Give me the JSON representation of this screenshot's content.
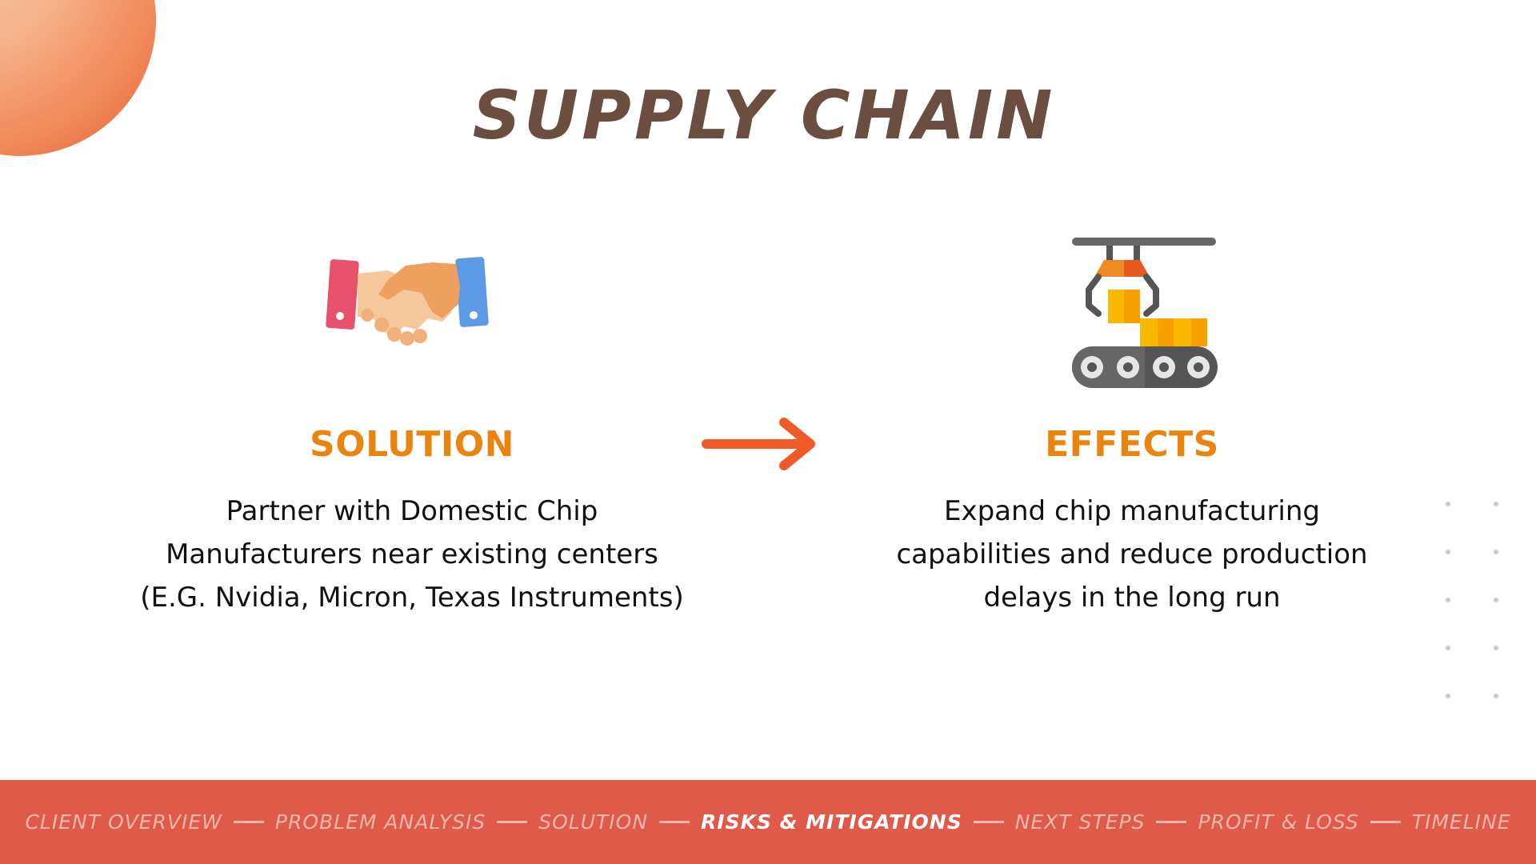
{
  "slide": {
    "title": "SUPPLY CHAIN"
  },
  "solution": {
    "heading": "SOLUTION",
    "lines": [
      "Partner with Domestic Chip",
      "Manufacturers near existing centers",
      "(E.G. Nvidia, Micron, Texas Instruments)"
    ],
    "icon": "handshake-icon"
  },
  "effects": {
    "heading": "EFFECTS",
    "lines": [
      "Expand chip manufacturing",
      "capabilities and reduce production",
      "delays  in the long run"
    ],
    "icon": "factory-conveyor-icon"
  },
  "nav": {
    "items": [
      {
        "label": "CLIENT OVERVIEW",
        "active": false
      },
      {
        "label": "PROBLEM ANALYSIS",
        "active": false
      },
      {
        "label": "SOLUTION",
        "active": false
      },
      {
        "label": "RISKS & MITIGATIONS",
        "active": true
      },
      {
        "label": "NEXT STEPS",
        "active": false
      },
      {
        "label": "PROFIT & LOSS",
        "active": false
      },
      {
        "label": "TIMELINE",
        "active": false
      }
    ]
  },
  "colors": {
    "title": "#6b4e40",
    "heading": "#e9850f",
    "arrow": "#f05a28",
    "footer": "#e05a4a",
    "nav_inactive": "#f4b7ae",
    "nav_active": "#ffffff"
  }
}
